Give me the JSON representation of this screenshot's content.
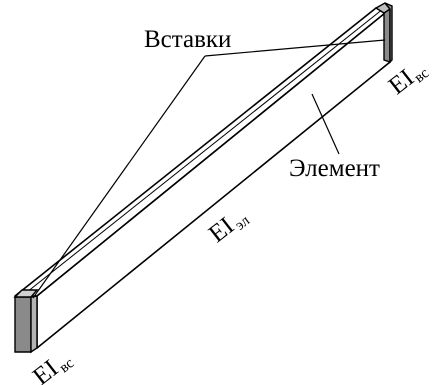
{
  "labels": {
    "inserts": "Вставки",
    "element": "Элемент",
    "ei_main": "EI",
    "ei_main_sub": "эл",
    "ei_insert": "EI",
    "ei_insert_sub": "вс"
  },
  "colors": {
    "stroke": "#000000",
    "beam_fill": "#ffffff",
    "insert_front": "#8a8a8a",
    "insert_side": "#b4b4b4"
  }
}
